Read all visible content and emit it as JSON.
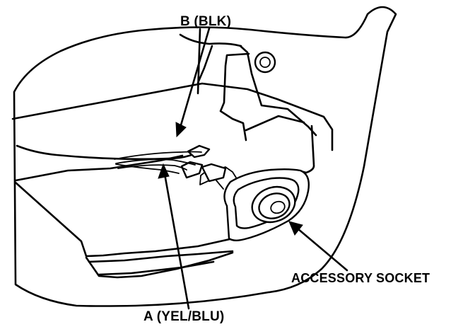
{
  "labels": {
    "b": "B (BLK)",
    "a": "A (YEL/BLU)",
    "socket": "ACCESSORY SOCKET"
  },
  "colors": {
    "line": "#000000",
    "background": "#ffffff"
  }
}
